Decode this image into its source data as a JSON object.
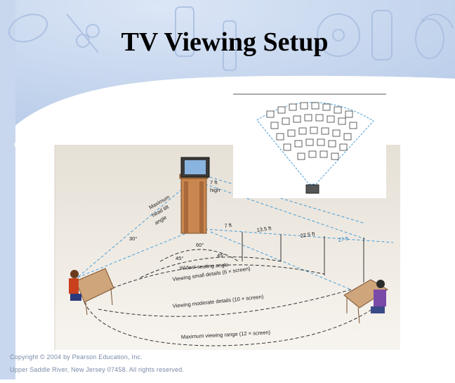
{
  "slide": {
    "title": "TV Viewing Setup",
    "copyright_line1": "Copyright © 2004 by Pearson Education, Inc.",
    "copyright_line2": "Upper Saddle River, New Jersey 07458.  All rights reserved."
  },
  "figure": {
    "height_label_1": "7 ft",
    "height_label_2": "high",
    "head_tilt_1": "Maximum",
    "head_tilt_2": "head tilt",
    "head_tilt_3": "angle",
    "angle_30": "30°",
    "angle_60": "60°",
    "angle_45_left": "45°",
    "angle_45_right": "45°",
    "dist_7": "7 ft",
    "dist_13": "13.5 ft",
    "dist_22": "22.5 ft",
    "dist_27": "27 ft",
    "arc_widest": "Widest seating angle",
    "arc_small": "Viewing small details (6 × screen)",
    "arc_moderate": "Viewing moderate details (10 × screen)",
    "arc_max": "Maximum viewing range (12 × screen)"
  },
  "colors": {
    "background_blue": "#c6d6ee",
    "swoosh": "#ffffff",
    "guide_line": "#4a9ed8",
    "room_floor": "#f1ece3",
    "wood": "#c9874f",
    "table": "#cfa57c"
  }
}
